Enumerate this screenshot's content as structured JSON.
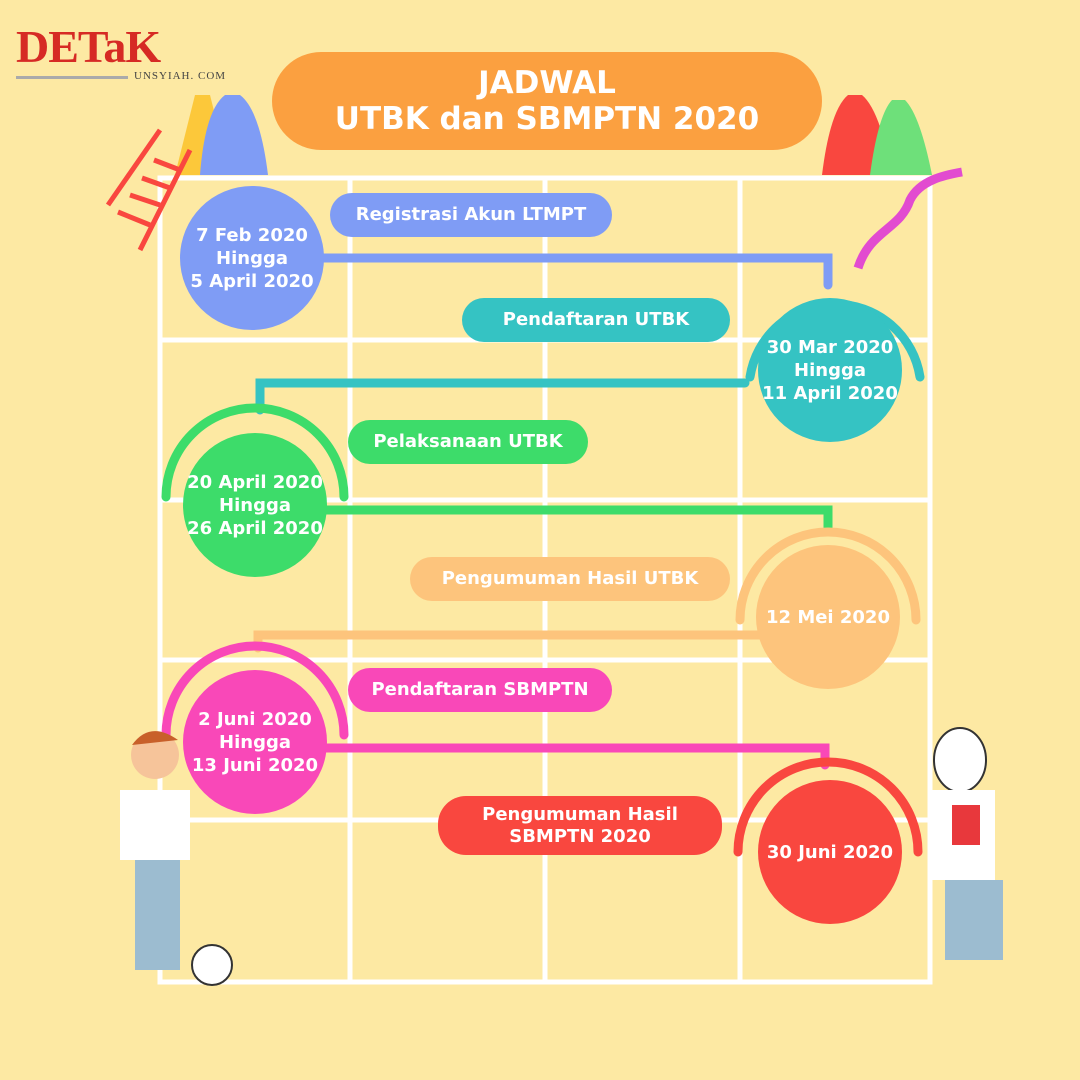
{
  "logo": {
    "main": "DETaK",
    "sub": "UNSYIAH. COM"
  },
  "title": {
    "line1": "JADWAL",
    "line2": "UTBK dan SBMPTN 2020"
  },
  "colors": {
    "background": "#fde9a3",
    "blue": "#7f9cf5",
    "teal": "#35c3c3",
    "green": "#3ddc6a",
    "peach": "#fdc47c",
    "pink": "#f948b8",
    "red": "#f9473f",
    "orange": "#fba040"
  },
  "events": [
    {
      "label": "Registrasi Akun LTMPT",
      "date": [
        "7 Feb 2020",
        "Hingga",
        "5 April 2020"
      ]
    },
    {
      "label": "Pendaftaran UTBK",
      "date": [
        "30 Mar 2020",
        "Hingga",
        "11 April 2020"
      ]
    },
    {
      "label": "Pelaksanaan UTBK",
      "date": [
        "20 April 2020",
        "Hingga",
        "26 April 2020"
      ]
    },
    {
      "label": "Pengumuman Hasil UTBK",
      "date": [
        "12 Mei 2020"
      ]
    },
    {
      "label": "Pendaftaran SBMPTN",
      "date": [
        "2 Juni 2020",
        "Hingga",
        "13 Juni 2020"
      ]
    },
    {
      "label": "Pengumuman Hasil SBMPTN 2020",
      "date": [
        "30 Juni 2020"
      ]
    }
  ]
}
